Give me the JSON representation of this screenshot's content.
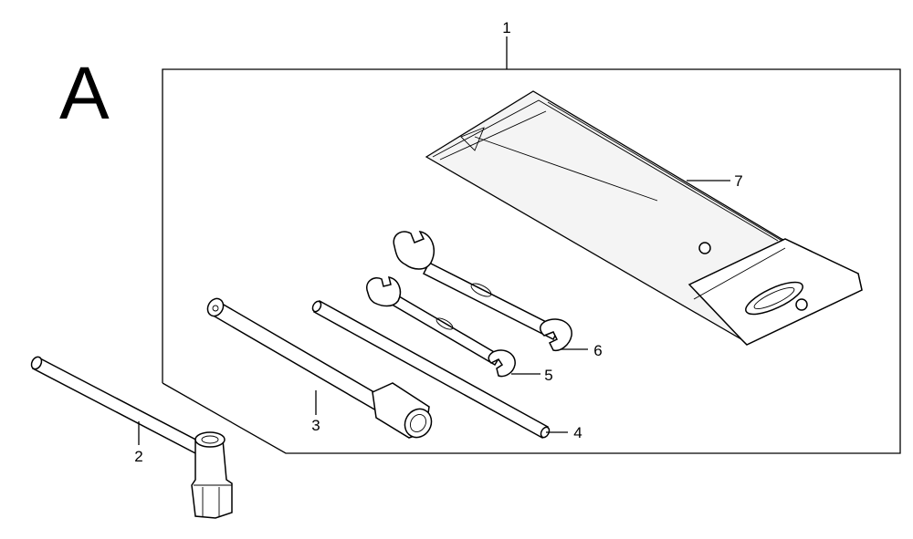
{
  "section_label": "A",
  "callouts": [
    {
      "id": "1",
      "label": "1"
    },
    {
      "id": "2",
      "label": "2"
    },
    {
      "id": "3",
      "label": "3"
    },
    {
      "id": "4",
      "label": "4"
    },
    {
      "id": "5",
      "label": "5"
    },
    {
      "id": "6",
      "label": "6"
    },
    {
      "id": "7",
      "label": "7"
    }
  ]
}
